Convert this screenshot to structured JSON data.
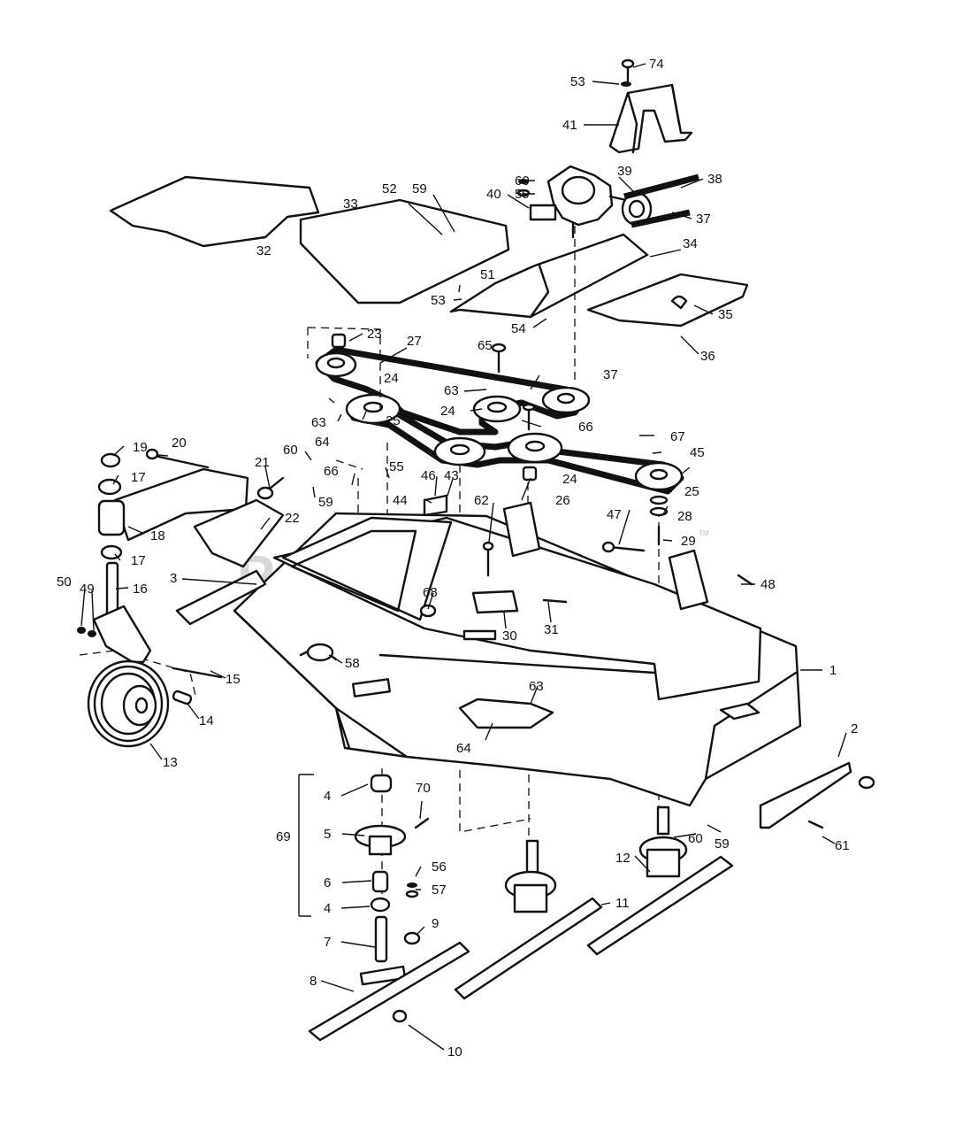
{
  "watermark": {
    "text": "PartsTree",
    "trademark": "TM"
  },
  "callouts": [
    {
      "label": "74"
    },
    {
      "label": "53"
    },
    {
      "label": "41"
    },
    {
      "label": "60"
    },
    {
      "label": "59"
    },
    {
      "label": "40"
    },
    {
      "label": "39"
    },
    {
      "label": "38"
    },
    {
      "label": "37"
    },
    {
      "label": "52"
    },
    {
      "label": "59"
    },
    {
      "label": "33"
    },
    {
      "label": "32"
    },
    {
      "label": "34"
    },
    {
      "label": "51"
    },
    {
      "label": "53"
    },
    {
      "label": "54"
    },
    {
      "label": "35"
    },
    {
      "label": "36"
    },
    {
      "label": "23"
    },
    {
      "label": "27"
    },
    {
      "label": "65"
    },
    {
      "label": "24"
    },
    {
      "label": "63"
    },
    {
      "label": "37"
    },
    {
      "label": "24"
    },
    {
      "label": "66"
    },
    {
      "label": "63"
    },
    {
      "label": "64"
    },
    {
      "label": "25"
    },
    {
      "label": "67"
    },
    {
      "label": "45"
    },
    {
      "label": "19"
    },
    {
      "label": "20"
    },
    {
      "label": "60"
    },
    {
      "label": "21"
    },
    {
      "label": "55"
    },
    {
      "label": "46"
    },
    {
      "label": "43"
    },
    {
      "label": "24"
    },
    {
      "label": "17"
    },
    {
      "label": "66"
    },
    {
      "label": "44"
    },
    {
      "label": "59"
    },
    {
      "label": "26"
    },
    {
      "label": "25"
    },
    {
      "label": "62"
    },
    {
      "label": "47"
    },
    {
      "label": "28"
    },
    {
      "label": "18"
    },
    {
      "label": "22"
    },
    {
      "label": "29"
    },
    {
      "label": "17"
    },
    {
      "label": "3"
    },
    {
      "label": "48"
    },
    {
      "label": "50"
    },
    {
      "label": "49"
    },
    {
      "label": "16"
    },
    {
      "label": "68"
    },
    {
      "label": "30"
    },
    {
      "label": "31"
    },
    {
      "label": "58"
    },
    {
      "label": "15"
    },
    {
      "label": "63"
    },
    {
      "label": "1"
    },
    {
      "label": "14"
    },
    {
      "label": "64"
    },
    {
      "label": "13"
    },
    {
      "label": "2"
    },
    {
      "label": "4"
    },
    {
      "label": "70"
    },
    {
      "label": "5"
    },
    {
      "label": "69"
    },
    {
      "label": "60"
    },
    {
      "label": "59"
    },
    {
      "label": "61"
    },
    {
      "label": "12"
    },
    {
      "label": "56"
    },
    {
      "label": "57"
    },
    {
      "label": "6"
    },
    {
      "label": "11"
    },
    {
      "label": "4"
    },
    {
      "label": "9"
    },
    {
      "label": "7"
    },
    {
      "label": "8"
    },
    {
      "label": "10"
    }
  ]
}
